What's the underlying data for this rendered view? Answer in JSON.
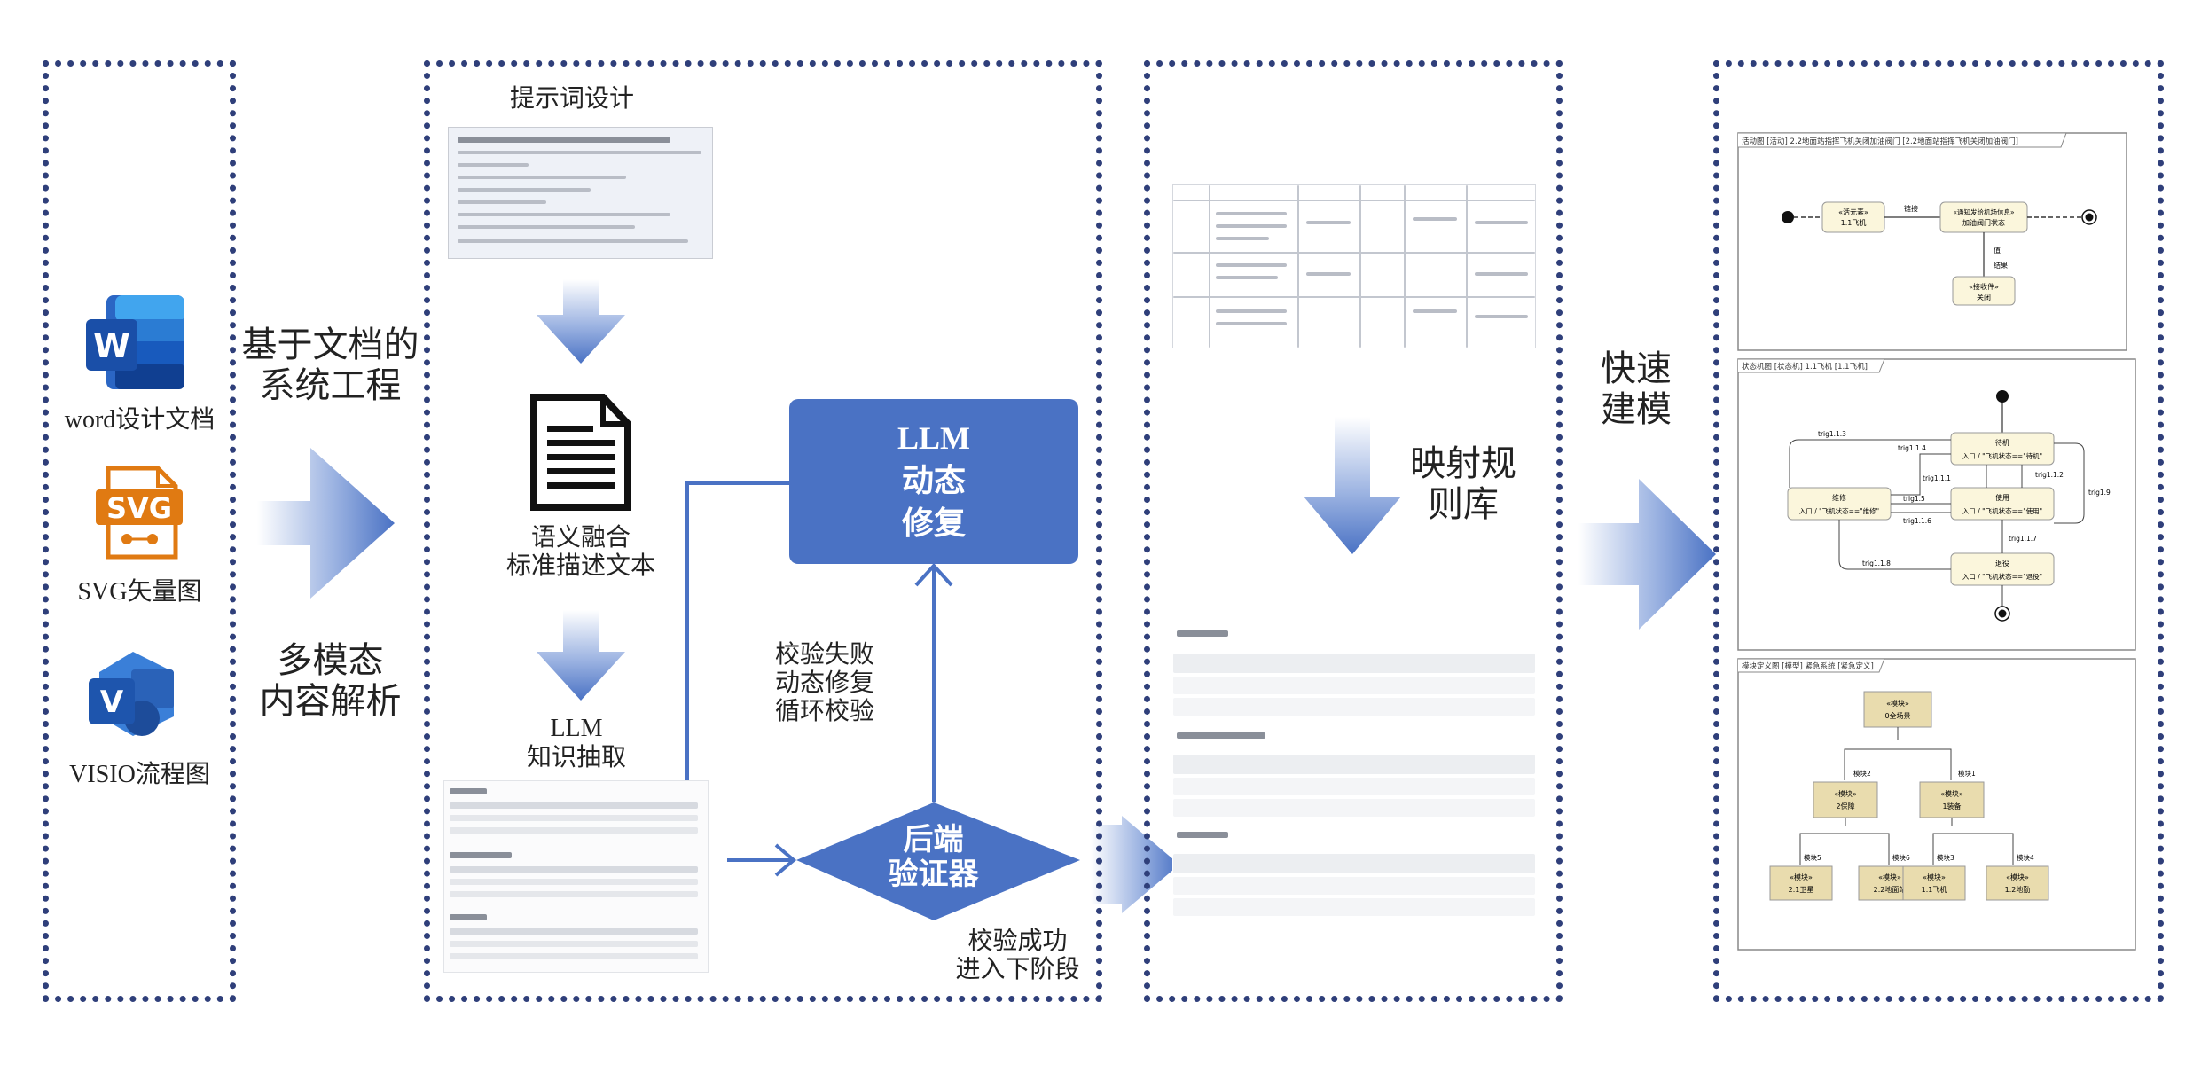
{
  "colors": {
    "panel_border": "#2f3f7a",
    "accent_blue": "#4a72c4",
    "arrow_light": "#e8eef9",
    "arrow_dark": "#4a72c4",
    "uml_fill": "#fbf6dc",
    "uml_fill_dark": "#e9dcae"
  },
  "panel1": {
    "items": [
      {
        "icon": "word-icon",
        "label": "word设计文档"
      },
      {
        "icon": "svg-file-icon",
        "label": "SVG矢量图"
      },
      {
        "icon": "visio-icon",
        "label": "VISIO流程图"
      }
    ]
  },
  "stage1": {
    "label_top": [
      "基于文档的",
      "系统工程"
    ],
    "label_bottom": [
      "多模态",
      "内容解析"
    ]
  },
  "panel2": {
    "prompt_title": "提示词设计",
    "doc_caption": [
      "语义融合",
      "标准描述文本"
    ],
    "llm_extract": [
      "LLM",
      "知识抽取"
    ],
    "llm_repair": [
      "LLM",
      "动态",
      "修复"
    ],
    "validator": [
      "后端",
      "验证器"
    ],
    "fail_note": [
      "校验失败",
      "动态修复",
      "循环校验"
    ],
    "success_note": [
      "校验成功",
      "进入下阶段"
    ]
  },
  "panel3": {
    "mapping_label": [
      "映射规",
      "则库"
    ]
  },
  "stage3": {
    "label": [
      "快速",
      "建模"
    ]
  },
  "panel4": {
    "activity": {
      "title": "活动图 [活动] 2.2地面站指挥飞机关闭加油阀门 [2.2地面站指挥飞机关闭加油阀门]",
      "n1": [
        "«活元素»",
        "1.1飞机"
      ],
      "n2": [
        "«通知发给机场信息»",
        "加油阀门状态"
      ],
      "n3": [
        "«接收件»",
        "关闭"
      ],
      "e1": "链接",
      "e2": "值",
      "e3": "结果"
    },
    "state": {
      "title": "状态机图 [状态机] 1.1飞机 [1.1飞机]",
      "s1": [
        "待机",
        "入口 / \"飞机状态==\"待机\""
      ],
      "s2": [
        "维修",
        "入口 / \"飞机状态==\"维修\""
      ],
      "s3": [
        "使用",
        "入口 / \"飞机状态==\"使用\""
      ],
      "s4": [
        "退役",
        "入口 / \"飞机状态==\"退役\""
      ],
      "triggers": [
        "trig1.1.3",
        "trig1.1.4",
        "trig1.1.1",
        "trig1.5",
        "trig1.1.2",
        "trig1.1.6",
        "trig1.9",
        "trig1.1.7",
        "trig1.1.8"
      ]
    },
    "block": {
      "title": "模块定义图 [模型] 紧急系统 [紧急定义]",
      "root": [
        "«模块»",
        "0全场景"
      ],
      "b1": [
        "«模块»",
        "2保障"
      ],
      "b2": [
        "«模块»",
        "1装备"
      ],
      "leaves": [
        [
          "«模块»",
          "2.1卫星"
        ],
        [
          "«模块»",
          "2.2地面站"
        ],
        [
          "«模块»",
          "1.1飞机"
        ],
        [
          "«模块»",
          "1.2地勤"
        ]
      ],
      "edge_labels": [
        "模块2",
        "模块1",
        "模块5",
        "模块6",
        "模块3",
        "模块4"
      ]
    }
  }
}
